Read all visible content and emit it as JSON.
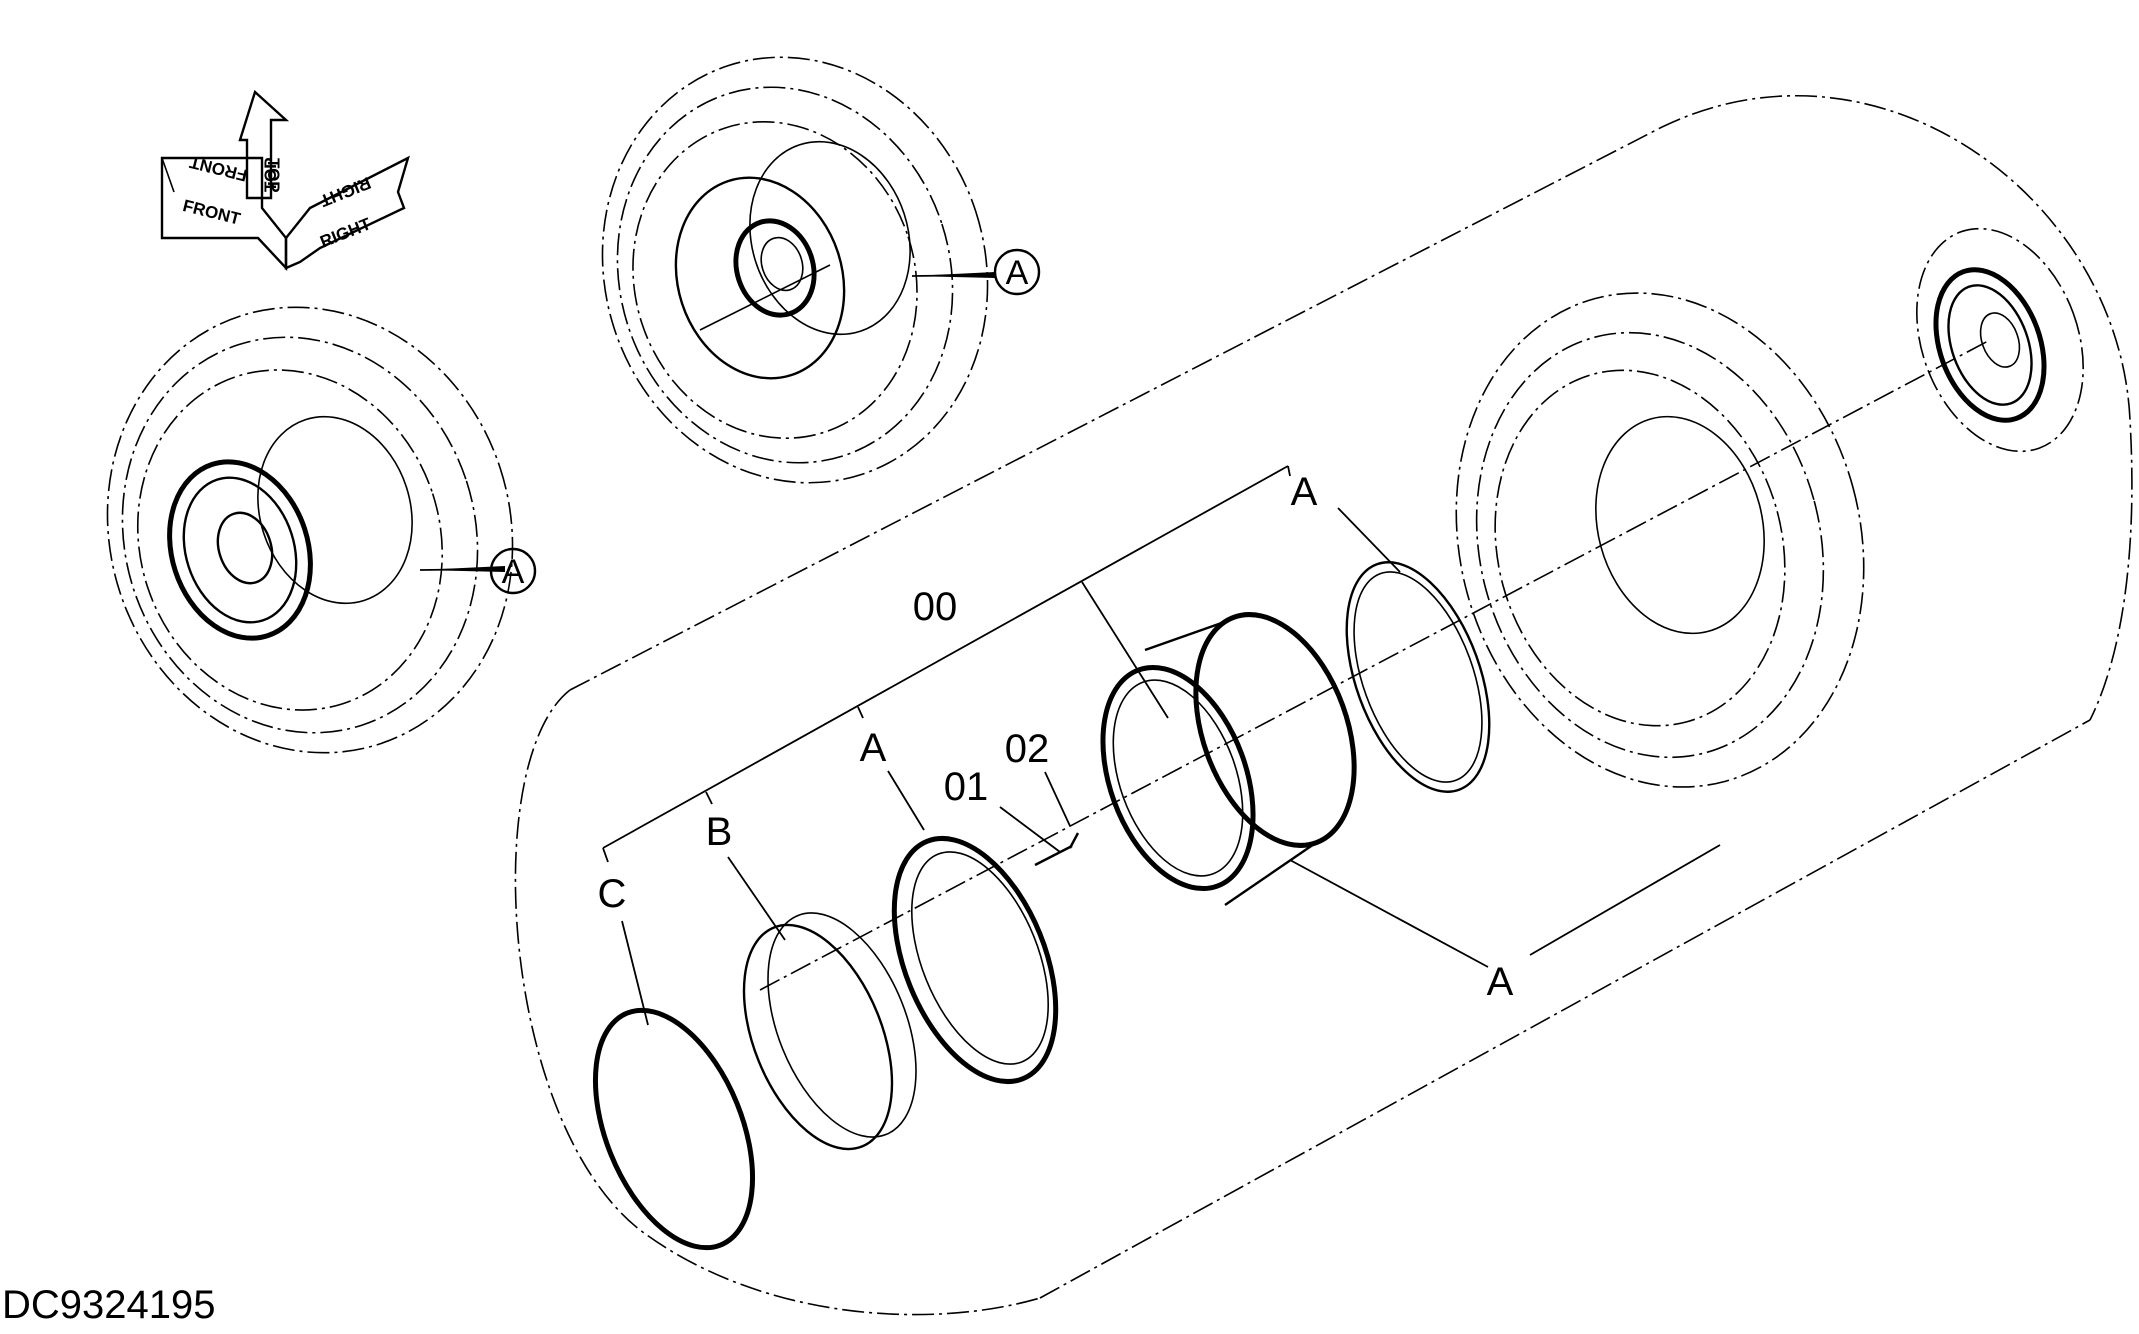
{
  "drawing": {
    "doc_id": "DC9324195",
    "orientation": {
      "front": "FRONT",
      "top": "TOP",
      "right": "RIGHT"
    },
    "detail_refs": {
      "upper_wheel": "A",
      "left_wheel": "A"
    },
    "callouts": {
      "assembly": "00",
      "part_01": "01",
      "part_02": "02",
      "group_a_top": "A",
      "group_a_mid": "A",
      "group_a_bottom": "A",
      "group_b": "B",
      "group_c": "C"
    }
  }
}
